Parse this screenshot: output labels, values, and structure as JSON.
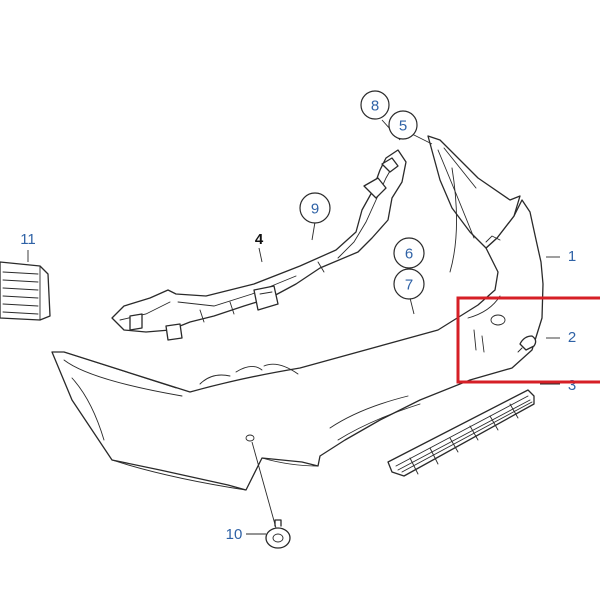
{
  "callouts": {
    "c1": "1",
    "c2": "2",
    "c3": "3",
    "c4": "4",
    "c5": "5",
    "c6": "6",
    "c7": "7",
    "c8": "8",
    "c9": "9",
    "c10": "10",
    "c11": "11"
  },
  "colors": {
    "callout_text": "#2f62a6",
    "highlight": "#d61f26",
    "outline": "#2a2a2a"
  }
}
